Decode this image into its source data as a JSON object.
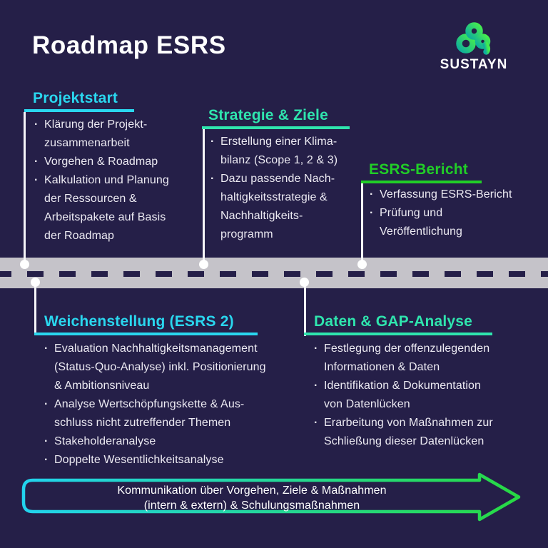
{
  "page": {
    "title": "Roadmap ESRS"
  },
  "logo": {
    "brand": "SUSTAYN"
  },
  "ui": {
    "bullet": "·"
  },
  "colors": {
    "background": "#251F48",
    "road": "#C5C3C9",
    "road_dash": "#251F48",
    "connector_white": "#F6F5F8",
    "accent_cyan": "#2AD7EF",
    "accent_mint": "#2FE5AE",
    "accent_green": "#21CE27",
    "body_text": "#ECEAF2",
    "arrow_gradient_start": "#22D3EE",
    "arrow_gradient_end": "#27D943",
    "logo_gradient_start": "#0FAE9C",
    "logo_gradient_end": "#45EC4F"
  },
  "milestones": [
    {
      "title": "Projektstart",
      "accent": "#2AD7EF",
      "side": "top",
      "items": [
        "Klärung der Projekt-\nzusammenarbeit",
        "Vorgehen & Roadmap",
        "Kalkulation und Planung\nder Ressourcen &\nArbeitspakete auf Basis\nder Roadmap"
      ]
    },
    {
      "title": "Strategie & Ziele",
      "accent": "#2FE5AE",
      "side": "top",
      "items": [
        "Erstellung einer Klima-\nbilanz (Scope 1, 2 & 3)",
        "Dazu passende Nach-\nhaltigkeitsstrategie &\nNachhaltigkeits-\nprogramm"
      ]
    },
    {
      "title": "ESRS-Bericht",
      "accent": "#21CE27",
      "side": "top",
      "items": [
        "Verfassung ESRS-Bericht",
        "Prüfung und\nVeröffentlichung"
      ]
    },
    {
      "title": "Weichenstellung (ESRS 2)",
      "accent": "#2AD7EF",
      "side": "bottom",
      "items": [
        "Evaluation Nachhaltigkeitsmanagement\n(Status-Quo-Analyse) inkl. Positionierung\n& Ambitionsniveau",
        "Analyse Wertschöpfungskette & Aus-\nschluss nicht zutreffender Themen",
        "Stakeholderanalyse",
        "Doppelte Wesentlichkeitsanalyse"
      ]
    },
    {
      "title": "Daten & GAP-Analyse",
      "accent": "#2FE5AE",
      "side": "bottom",
      "items": [
        "Festlegung der offenzulegenden\nInformationen & Daten",
        "Identifikation & Dokumentation\nvon Datenlücken",
        "Erarbeitung von Maßnahmen zur\nSchließung dieser Datenlücken"
      ]
    }
  ],
  "arrow": {
    "line1": "Kommunikation über Vorgehen, Ziele & Maßnahmen",
    "line2": "(intern & extern) & Schulungsmaßnahmen"
  }
}
